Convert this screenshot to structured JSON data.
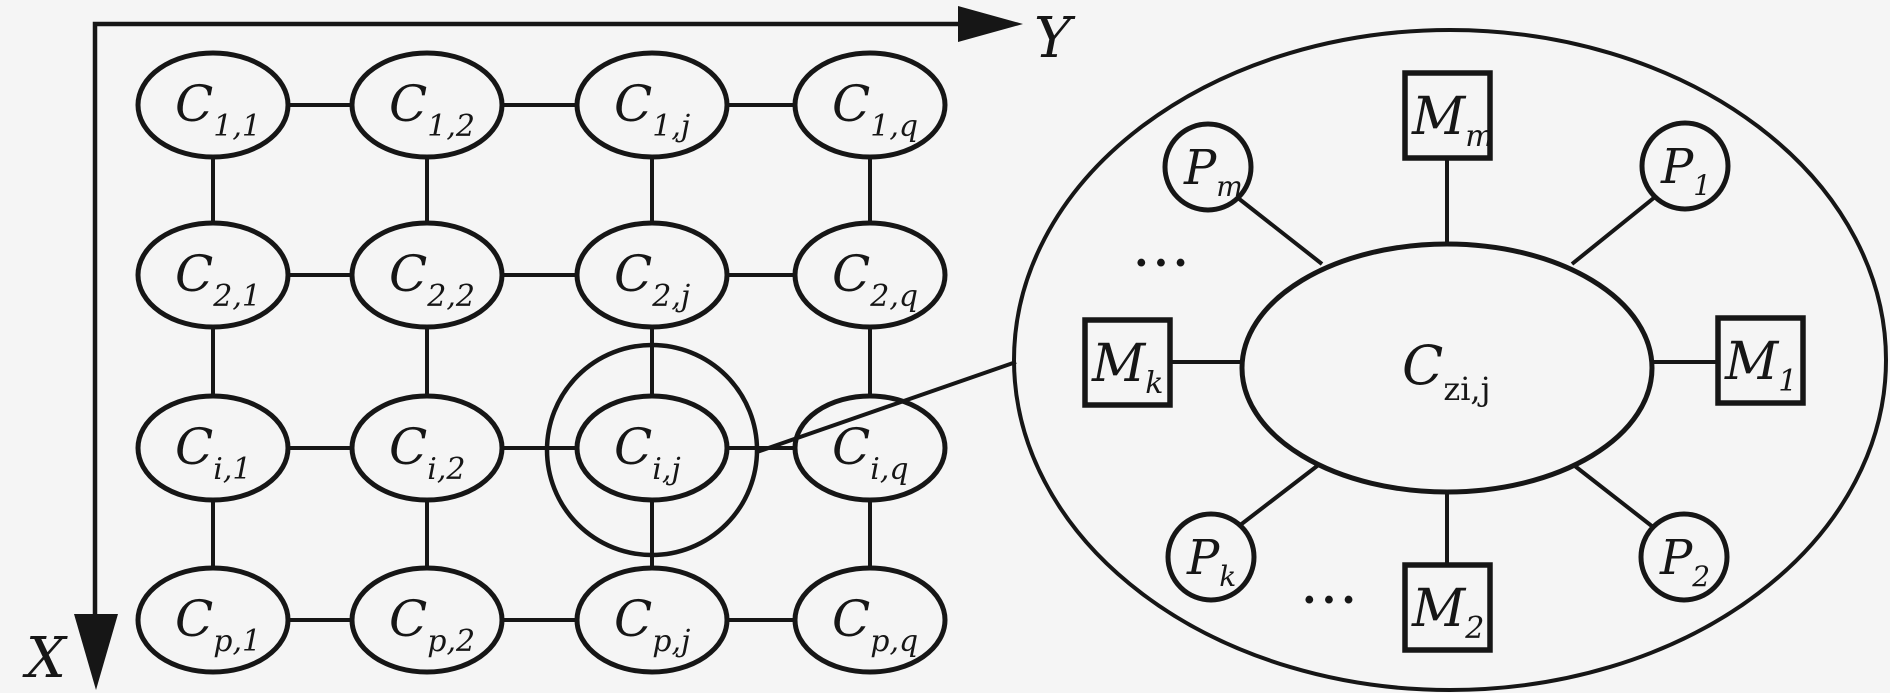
{
  "figure": {
    "background": "#f5f5f5",
    "ink": "#161616"
  },
  "axes": {
    "x_label": "X",
    "y_label": "Y"
  },
  "grid": {
    "cell_letter": "C",
    "ring_around_sub": "i,j",
    "cells": [
      {
        "sub": "1,1"
      },
      {
        "sub": "1,2"
      },
      {
        "sub": "1,j"
      },
      {
        "sub": "1,q"
      },
      {
        "sub": "2,1"
      },
      {
        "sub": "2,2"
      },
      {
        "sub": "2,j"
      },
      {
        "sub": "2,q"
      },
      {
        "sub": "i,1"
      },
      {
        "sub": "i,2"
      },
      {
        "sub": "i,j"
      },
      {
        "sub": "i,q"
      },
      {
        "sub": "p,1"
      },
      {
        "sub": "p,2"
      },
      {
        "sub": "p,j"
      },
      {
        "sub": "p,q"
      }
    ]
  },
  "zoom_view": {
    "center": {
      "letter": "C",
      "sub": "zi,j"
    },
    "memories": [
      {
        "letter": "M",
        "sub": "m",
        "position": "top"
      },
      {
        "letter": "M",
        "sub": "1",
        "position": "right"
      },
      {
        "letter": "M",
        "sub": "k",
        "position": "left"
      },
      {
        "letter": "M",
        "sub": "2",
        "position": "bottom"
      }
    ],
    "processors": [
      {
        "letter": "P",
        "sub": "m",
        "position": "top-left"
      },
      {
        "letter": "P",
        "sub": "1",
        "position": "top-right"
      },
      {
        "letter": "P",
        "sub": "k",
        "position": "bottom-left"
      },
      {
        "letter": "P",
        "sub": "2",
        "position": "bottom-right"
      }
    ],
    "dots_upper": "...",
    "dots_lower": "..."
  }
}
